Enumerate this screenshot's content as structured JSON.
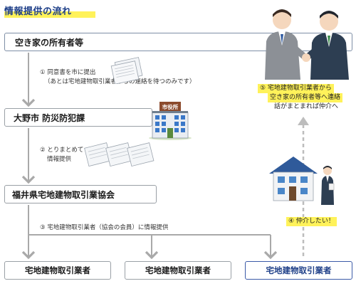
{
  "title": "情報提供の流れ",
  "boxes": {
    "owner": "空き家の所有者等",
    "city": "大野市 防災防犯課",
    "prefecture": "福井県宅地建物取引業協会",
    "agents": [
      "宅地建物取引業者",
      "宅地建物取引業者",
      "宅地建物取引業者"
    ]
  },
  "steps": {
    "step1_line1": "① 同意書を市に提出",
    "step1_line2": "（あとは宅地建物取引業者からの連絡を待つのみです）",
    "step2_line1": "② とりまとめて",
    "step2_line2": "情報提供",
    "step3": "③ 宅地建物取引業者（協会の会員）に情報提供",
    "step4": "④ 仲介したい！",
    "step5_line1": "⑤ 宅地建物取引業者から",
    "step5_line2": "空き家の所有者等へ連絡",
    "step5_line3": "話がまとまれば仲介へ"
  },
  "city_hall_sign": "市役所",
  "colors": {
    "title": "#1e3f88",
    "highlight": "#fff25a",
    "arrow": "#a9a9a9",
    "accent_box": "#3b5aa7"
  }
}
